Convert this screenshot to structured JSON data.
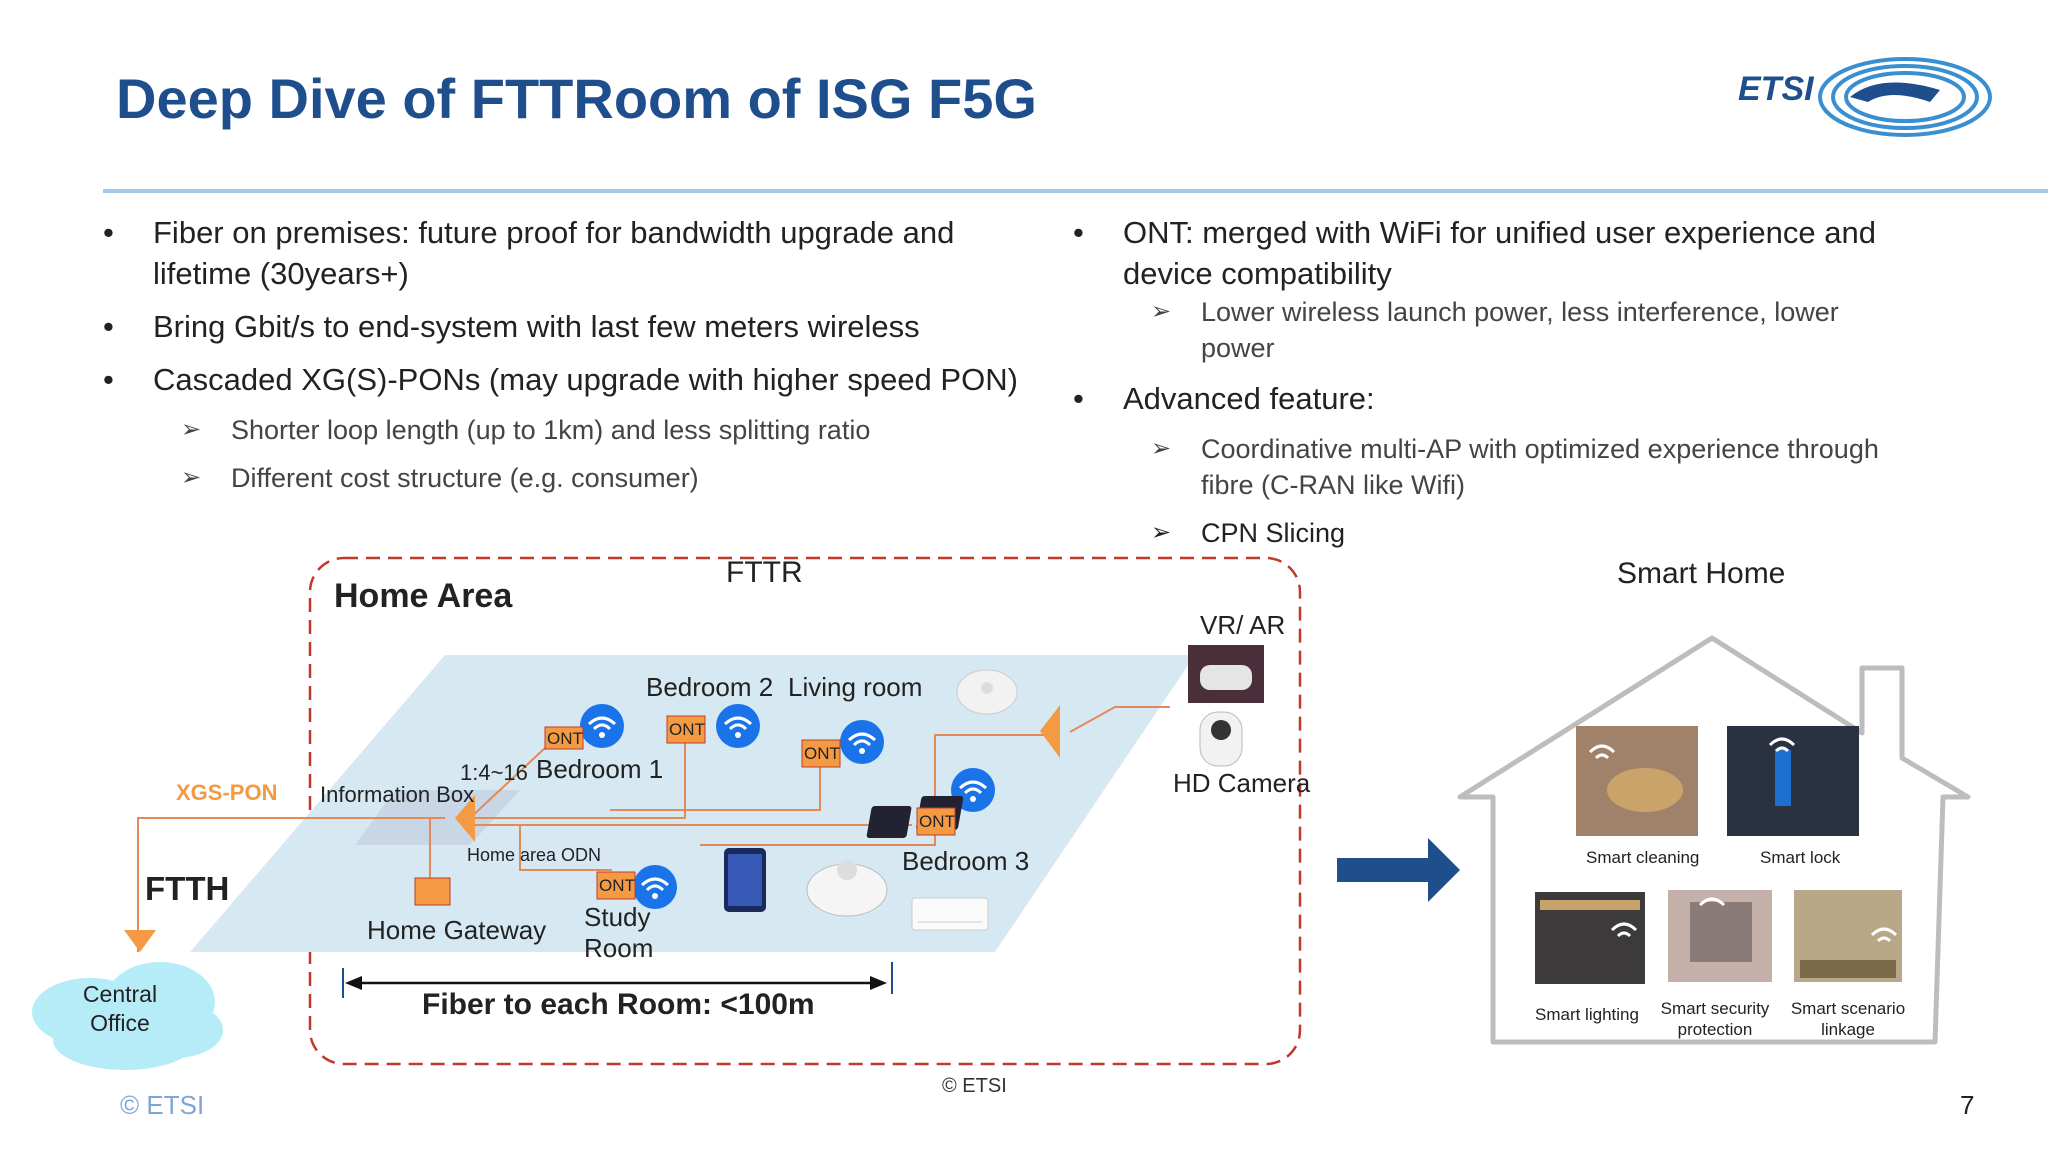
{
  "slide": {
    "title": "Deep Dive of FTTRoom of ISG F5G",
    "page_number": "7",
    "footer_left": "© ETSI",
    "footer_center": "© ETSI",
    "logo_text": "ETSI"
  },
  "left_bullets": [
    {
      "text": "Fiber on premises: future proof for bandwidth upgrade and lifetime (30years+)"
    },
    {
      "text": "Bring Gbit/s to end-system with last few meters wireless"
    },
    {
      "text": "Cascaded XG(S)-PONs (may upgrade with higher speed PON)"
    }
  ],
  "left_subbullets": [
    {
      "text": "Shorter loop length (up to 1km) and less splitting ratio"
    },
    {
      "text": "Different cost structure (e.g. consumer)"
    }
  ],
  "right_bullets": [
    {
      "text": "ONT: merged with WiFi for unified user experience and device compatibility"
    },
    {
      "text": "Advanced feature:"
    }
  ],
  "right_subbullets": [
    {
      "text": "Lower wireless launch power, less interference, lower power"
    },
    {
      "text": "Coordinative multi-AP with optimized experience through fibre (C-RAN like Wifi)"
    },
    {
      "text": "CPN Slicing"
    }
  ],
  "fttr": {
    "heading": "FTTR",
    "area_title": "Home Area",
    "xgs_pon": "XGS-PON",
    "ftth": "FTTH",
    "central_office": "Central Office",
    "info_box": "Information Box",
    "split_ratio": "1:4~16",
    "home_area_odn": "Home area ODN",
    "home_gateway": "Home Gateway",
    "ont_label": "ONT",
    "bedroom1": "Bedroom 1",
    "bedroom2": "Bedroom 2",
    "bedroom3": "Bedroom 3",
    "living_room": "Living room",
    "study_room": "Study Room",
    "vr_ar": "VR/ AR",
    "hd_camera": "HD Camera",
    "fiber_each_room": "Fiber to each Room:  <100m"
  },
  "smart_home": {
    "heading": "Smart Home",
    "items": [
      {
        "label": "Smart cleaning"
      },
      {
        "label": "Smart lock"
      },
      {
        "label": "Smart lighting"
      },
      {
        "label": "Smart security protection"
      },
      {
        "label": "Smart scenario linkage"
      }
    ]
  },
  "colors": {
    "title_blue": "#1f4e8c",
    "orange": "#f39a43",
    "dash_red": "#c0392b",
    "wifi_blue": "#1a73e8",
    "floor_blue": "#d6e9f2",
    "arrow_blue": "#1f4e8c"
  }
}
